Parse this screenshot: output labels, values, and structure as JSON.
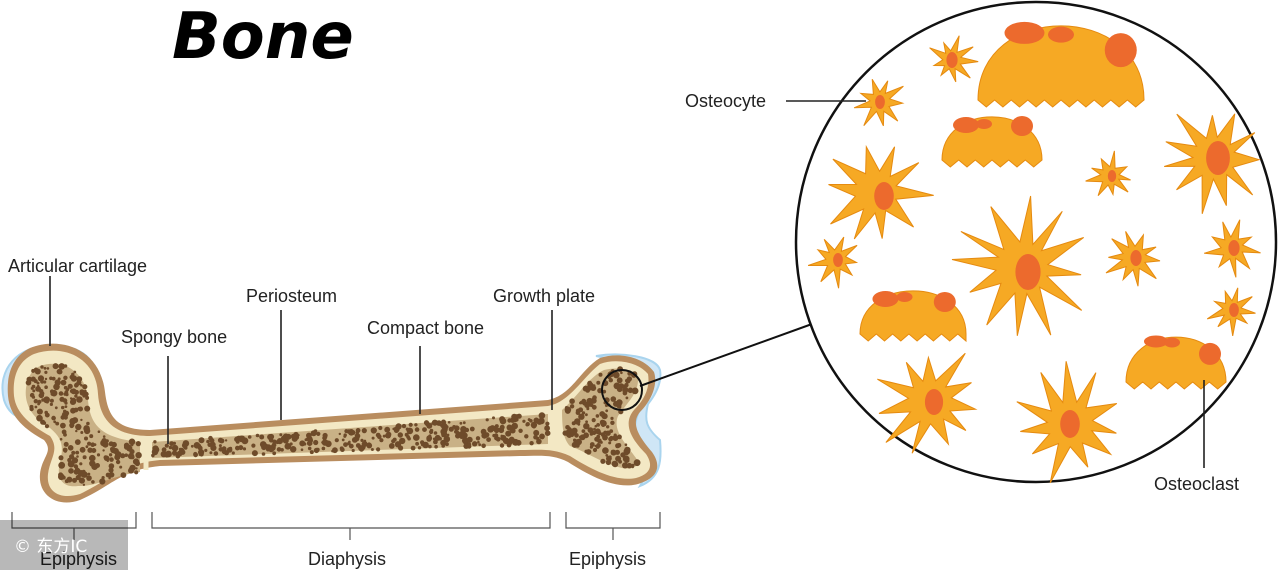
{
  "title": "Bone",
  "labels": {
    "articular_cartilage": "Articular cartilage",
    "spongy_bone": "Spongy bone",
    "periosteum": "Periosteum",
    "compact_bone": "Compact bone",
    "growth_plate": "Growth plate",
    "osteocyte": "Osteocyte",
    "osteoclast": "Osteoclast"
  },
  "regions": {
    "epiphysis_left": "Epiphysis",
    "diaphysis": "Diaphysis",
    "epiphysis_right": "Epiphysis"
  },
  "watermark": "© 东方IC",
  "colors": {
    "cartilage": "#a9d4ee",
    "periosteum": "#b98d5f",
    "compact_bone": "#f3e8c4",
    "spongy_fill": "#c9b186",
    "spongy_dots": "#6e4b2a",
    "cell_fill": "#f6a924",
    "cell_stroke": "#e58a10",
    "nucleus": "#ec6a2d",
    "leader": "#222222"
  },
  "icons": {
    "osteocyte": "star-shaped-cell-icon",
    "osteoclast": "dome-shaped-multinucleate-cell-icon"
  }
}
